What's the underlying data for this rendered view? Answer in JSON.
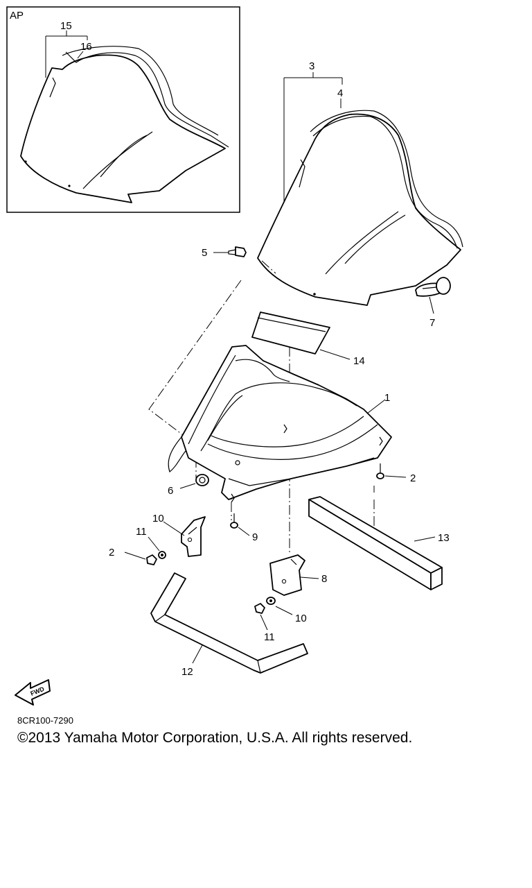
{
  "inset": {
    "label": "AP"
  },
  "callouts": [
    {
      "id": "c15",
      "text": "15"
    },
    {
      "id": "c16",
      "text": "16"
    },
    {
      "id": "c3",
      "text": "3"
    },
    {
      "id": "c4",
      "text": "4"
    },
    {
      "id": "c5",
      "text": "5"
    },
    {
      "id": "c7",
      "text": "7"
    },
    {
      "id": "c14",
      "text": "14"
    },
    {
      "id": "c1",
      "text": "1"
    },
    {
      "id": "c2a",
      "text": "2"
    },
    {
      "id": "c6",
      "text": "6"
    },
    {
      "id": "c9",
      "text": "9"
    },
    {
      "id": "c10a",
      "text": "10"
    },
    {
      "id": "c11a",
      "text": "11"
    },
    {
      "id": "c2b",
      "text": "2"
    },
    {
      "id": "c13",
      "text": "13"
    },
    {
      "id": "c8",
      "text": "8"
    },
    {
      "id": "c10b",
      "text": "10"
    },
    {
      "id": "c11b",
      "text": "11"
    },
    {
      "id": "c12",
      "text": "12"
    }
  ],
  "fwd_label": "FWD",
  "diagram_code": "8CR100-7290",
  "copyright": "©2013 Yamaha Motor Corporation, U.S.A. All rights reserved."
}
